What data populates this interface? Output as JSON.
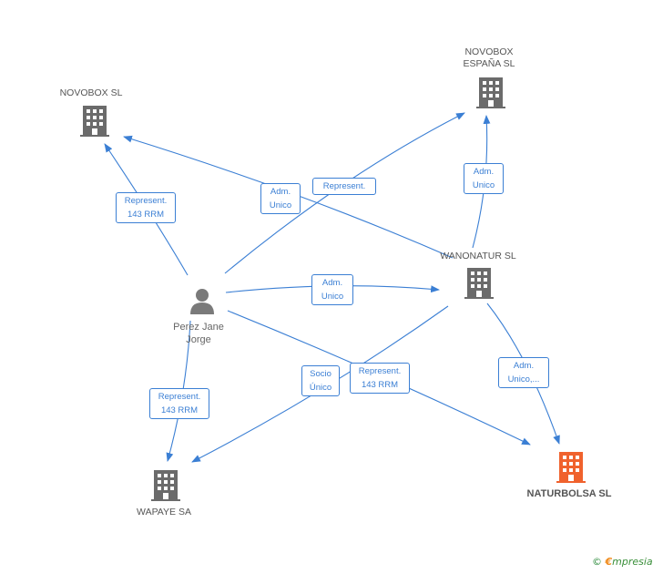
{
  "nodes": {
    "novobox_sl": "NOVOBOX SL",
    "novobox_espana": "NOVOBOX\nESPAÑA  SL",
    "wanonatur": "WANONATUR SL",
    "naturbolsa": "NATURBOLSA SL",
    "wapaye": "WAPAYE SA",
    "person": "Perez Jane\nJorge"
  },
  "edges": {
    "person_novobox_sl": "Represent.\n143 RRM",
    "wanonatur_novobox_sl": "Adm.\nUnico",
    "person_novobox_espana": "Represent.",
    "wanonatur_novobox_espana": "Adm.\nUnico",
    "person_wanonatur": "Adm.\nUnico",
    "wanonatur_naturbolsa": "Adm.\nUnico,...",
    "wanonatur_wapaye": "Socio\nÚnico",
    "person_naturbolsa": "Represent.\n143 RRM",
    "person_wapaye": "Represent.\n143 RRM"
  },
  "colors": {
    "edge": "#3b7fd4",
    "company_icon": "#6b6b6b",
    "main_company_icon": "#f0622d",
    "person_icon": "#7a7a7a"
  },
  "icons": {
    "company": "building-icon",
    "person": "person-icon"
  },
  "footer": {
    "copyright": "©",
    "brand_initial": "€",
    "brand_rest": "mpresia"
  }
}
